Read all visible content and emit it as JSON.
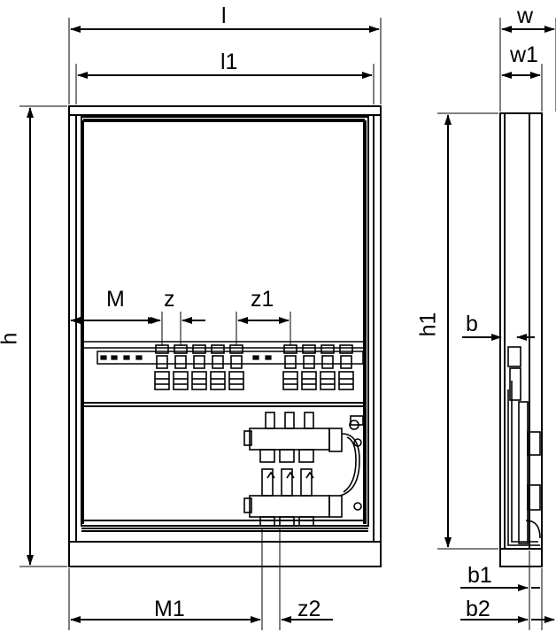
{
  "labels": {
    "l": "l",
    "l1": "l1",
    "h": "h",
    "M": "M",
    "z": "z",
    "z1": "z1",
    "M1": "M1",
    "z2": "z2",
    "w": "w",
    "w1": "w1",
    "h1": "h1",
    "b": "b",
    "b1": "b1",
    "b2": "b2"
  },
  "colors": {
    "line": "#000000",
    "background": "#ffffff"
  }
}
